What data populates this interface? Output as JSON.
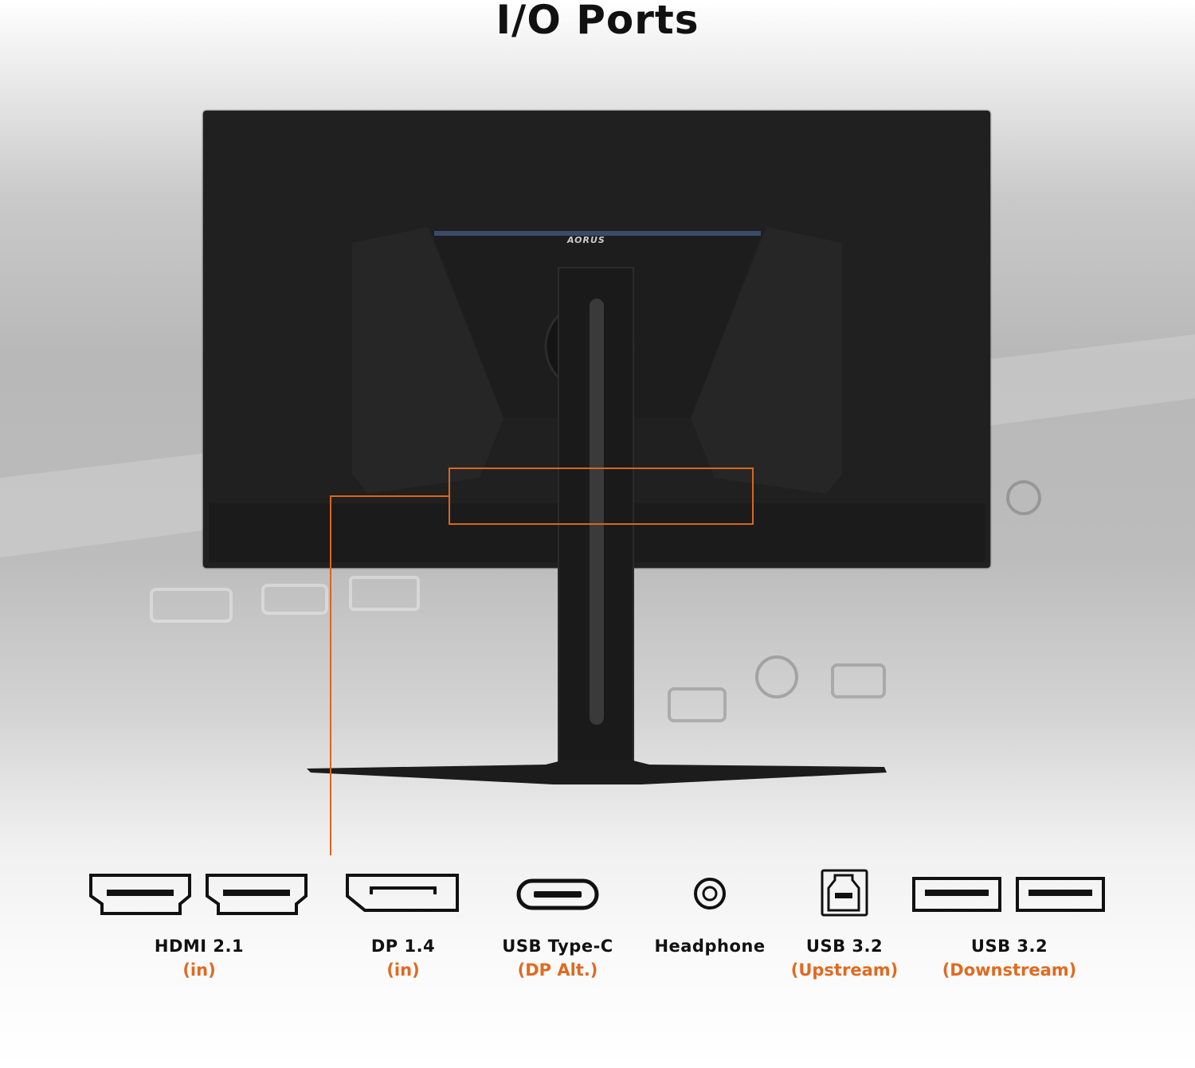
{
  "title": "I/O Ports",
  "logo": "AORUS",
  "colors": {
    "accent": "#e06a20",
    "monitor": "#202020"
  },
  "ports": [
    {
      "icon": "hdmi-port-icon",
      "label": "HDMI 2.1",
      "sub": "(in)"
    },
    {
      "icon": "displayport-icon",
      "label": "DP 1.4",
      "sub": "(in)"
    },
    {
      "icon": "usb-c-port-icon",
      "label": "USB Type-C",
      "sub": "(DP Alt.)"
    },
    {
      "icon": "headphone-jack-icon",
      "label": "Headphone",
      "sub": ""
    },
    {
      "icon": "usb-b-port-icon",
      "label": "USB 3.2",
      "sub": "(Upstream)"
    },
    {
      "icon": "usb-a-port-icon",
      "label": "USB 3.2",
      "sub": "(Downstream)"
    }
  ]
}
